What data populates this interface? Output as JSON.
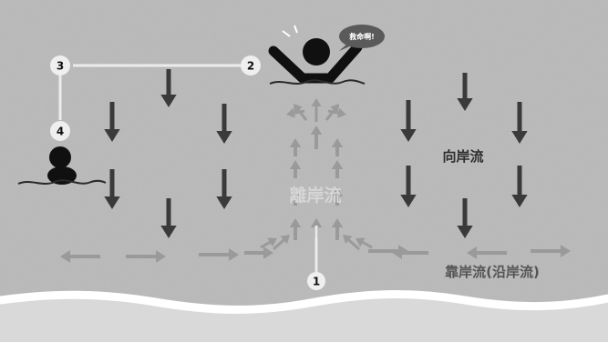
{
  "labels": {
    "rip_current": "離岸流",
    "onshore_current": "向岸流",
    "longshore_current": "靠岸流(沿岸流)",
    "help_bubble": "救命啊!"
  },
  "steps": {
    "s1": "1",
    "s2": "2",
    "s3": "3",
    "s4": "4"
  },
  "colors": {
    "sea": "#bdbdbd",
    "sand": "#dcdcdc",
    "arrow_dark": "#3a3a3a",
    "arrow_light": "#9a9a9a",
    "swimmer": "#101010"
  }
}
